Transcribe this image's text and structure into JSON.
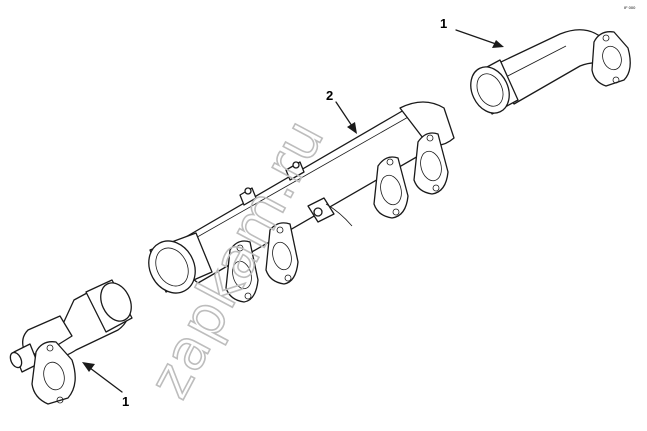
{
  "callouts": [
    {
      "id": "top-right",
      "label": "1"
    },
    {
      "id": "middle",
      "label": "2"
    },
    {
      "id": "bottom-left",
      "label": "1"
    }
  ],
  "figure_code": "IF 000",
  "watermark": "zapkam.ru",
  "colors": {
    "line": "#1a1a1a",
    "watermark": "#bdbdbd",
    "background": "#ffffff"
  }
}
